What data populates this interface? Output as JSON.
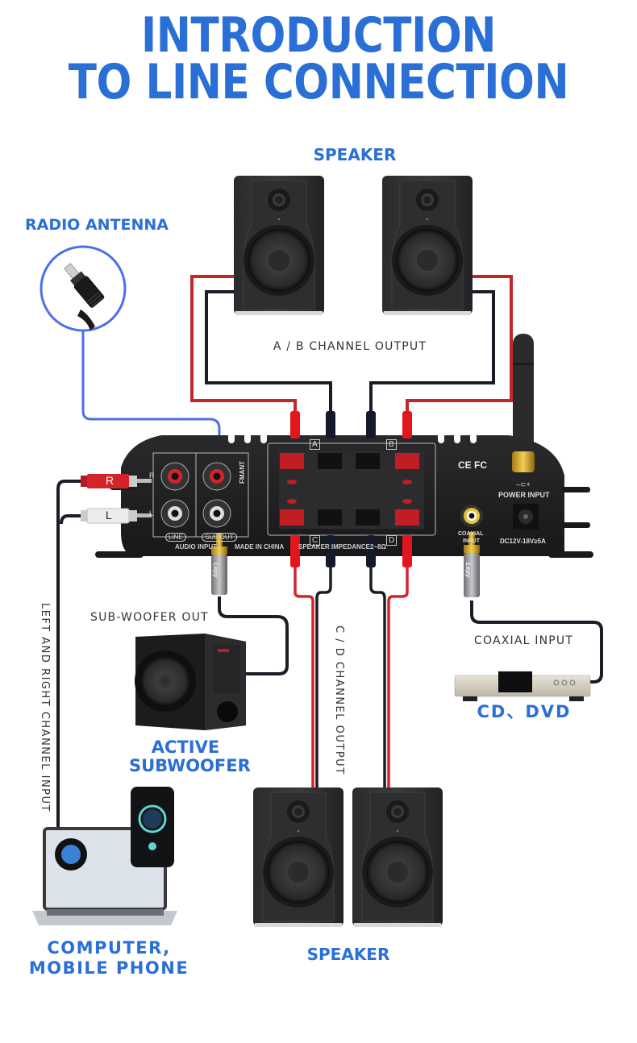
{
  "title": {
    "line1": "INTRODUCTION",
    "line2": "TO LINE CONNECTION"
  },
  "labels": {
    "top_speaker": "SPEAKER",
    "bottom_speaker": "SPEAKER",
    "radio_antenna": "RADIO ANTENNA",
    "ab_output": "A / B CHANNEL OUTPUT",
    "cd_output": "C / D CHANNEL OUTPUT",
    "lr_input": "LEFT AND RIGHT CHANNEL INPUT",
    "sub_out": "SUB-WOOFER OUT",
    "active_sub_line1": "ACTIVE",
    "active_sub_line2": "SUBWOOFER",
    "coaxial_input": "COAXIAL INPUT",
    "cd_dvd": "CD、DVD",
    "computer_line1": "COMPUTER,",
    "computer_line2": "MOBILE PHONE"
  },
  "amplifier": {
    "channel_a": "A",
    "channel_b": "B",
    "channel_c": "C",
    "channel_d": "D",
    "jack_r": "R",
    "jack_l": "L",
    "fm_ant": "FMANT",
    "line": "LINE",
    "sub_out": "SUB OUT",
    "audio_input": "AUDIO INPUT",
    "made_in": "MADE IN CHINA",
    "speaker_impedance": "SPEAKER IMPEDANCE2~8Ω",
    "cert": "CE FC",
    "power_input": "POWER INPUT",
    "power_symbol": "–⊂+",
    "coaxial": "COAXIAL",
    "coaxial2": "INPUT",
    "dc_rating": "DC12V-18V≥5A"
  },
  "plugs": {
    "r": "R",
    "l": "L",
    "brand": "Lepy"
  },
  "colors": {
    "accent": "#2a6fd6",
    "antenna_ring": "#4a6ff0",
    "red_wire": "#c0282a",
    "black_wire": "#1b1d26",
    "amp_body": "#1f1f22"
  }
}
